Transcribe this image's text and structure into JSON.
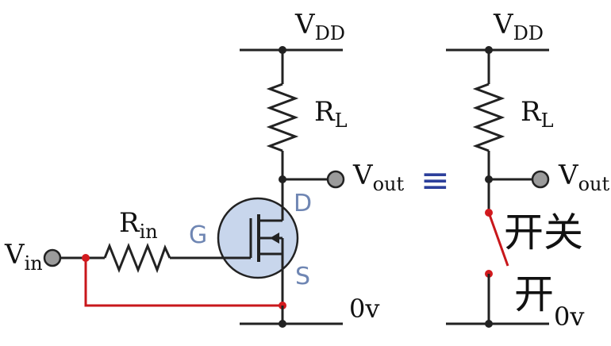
{
  "left_circuit": {
    "vdd": {
      "main": "V",
      "sub": "DD"
    },
    "rl": {
      "main": "R",
      "sub": "L"
    },
    "vout": {
      "main": "V",
      "sub": "out"
    },
    "vin": {
      "main": "V",
      "sub": "in"
    },
    "rin": {
      "main": "R",
      "sub": "in"
    },
    "gate": "G",
    "drain": "D",
    "source": "S",
    "ground": "0v"
  },
  "equivalence_symbol": "≡",
  "right_circuit": {
    "vdd": {
      "main": "V",
      "sub": "DD"
    },
    "rl": {
      "main": "R",
      "sub": "L"
    },
    "vout": {
      "main": "V",
      "sub": "out"
    },
    "switch_label_1": "开关",
    "switch_label_2": "开",
    "ground": "0v"
  },
  "colors": {
    "wire": "#222222",
    "red_wire": "#c8171b",
    "terminal": "#9b9b9b",
    "mosfet_fill": "#c8d6ec",
    "pin_label": "#6f86b3",
    "equivalence": "#2c3f9b"
  }
}
